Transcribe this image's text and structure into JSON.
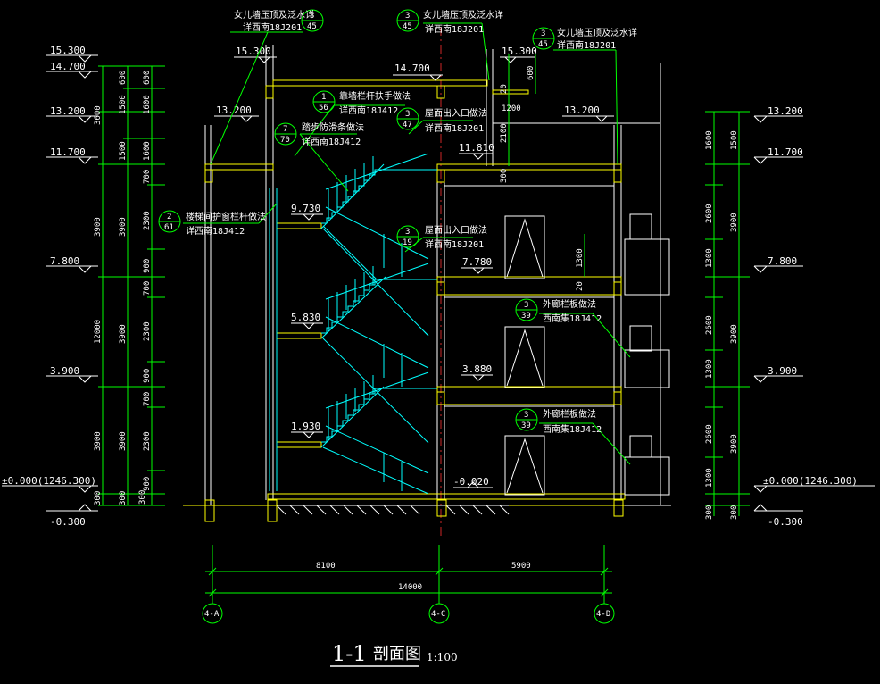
{
  "colors": {
    "background": "#000000",
    "text": "#ffffff",
    "dimension_line": "#00ff00",
    "slab": "#ffff00",
    "stair_rail": "#00ffff",
    "wall": "#ffffff",
    "grid_line": "#ff3030"
  },
  "title": {
    "name": "1-1",
    "subtitle": "剖面图",
    "scale": "1:100"
  },
  "levels_left": [
    "15.300",
    "14.700",
    "13.200",
    "11.700",
    "7.800",
    "3.900",
    "±0.000(1246.300)",
    "-0.300"
  ],
  "levels_right": [
    "13.200",
    "11.700",
    "7.800",
    "3.900",
    "±0.000(1246.300)",
    "-0.300"
  ],
  "levels_inner": [
    "15.300",
    "14.700",
    "15.300",
    "13.200",
    "13.200",
    "11.810",
    "9.730",
    "7.780",
    "5.830",
    "3.880",
    "1.930",
    "-0.020"
  ],
  "dims_left_outer": [
    "3600",
    "3900",
    "12000",
    "3900",
    "300"
  ],
  "dims_left_mid": [
    "600",
    "1500",
    "1500",
    "3900",
    "3900",
    "3900",
    "300"
  ],
  "dims_left_inner": [
    "600",
    "1600",
    "1600",
    "700",
    "2300",
    "900",
    "700",
    "2300",
    "900",
    "700",
    "2300",
    "300",
    "900"
  ],
  "dims_right_outer": [
    "1500",
    "3900",
    "3900",
    "3900",
    "300"
  ],
  "dims_right_inner": [
    "1600",
    "2600",
    "1300",
    "2600",
    "1300",
    "2600",
    "1300",
    "300"
  ],
  "dims_misc": [
    "600",
    "20",
    "1200",
    "2100",
    "300",
    "1300",
    "20"
  ],
  "axis_dims": {
    "segment_a": "8100",
    "segment_b": "5900",
    "total": "14000"
  },
  "axes": [
    "4-A",
    "4-C",
    "4-D"
  ],
  "callouts": [
    {
      "num": "3",
      "sheet": "45",
      "text1": "女儿墙压顶及泛水详",
      "text2": "详西南18J201"
    },
    {
      "num": "3",
      "sheet": "45",
      "text1": "女儿墙压顶及泛水详",
      "text2": "详西南18J201"
    },
    {
      "num": "3",
      "sheet": "45",
      "text1": "女儿墙压顶及泛水详",
      "text2": "详西南18J201"
    },
    {
      "num": "1",
      "sheet": "56",
      "text1": "靠墙栏杆扶手做法",
      "text2": "详西南18J412"
    },
    {
      "num": "3",
      "sheet": "47",
      "text1": "屋面出入口做法",
      "text2": "详西南18J201"
    },
    {
      "num": "7",
      "sheet": "70",
      "text1": "踏步防滑条做法",
      "text2": "详西南18J412"
    },
    {
      "num": "2",
      "sheet": "61",
      "text1": "楼梯间护窗栏杆做法",
      "text2": "详西南18J412"
    },
    {
      "num": "3",
      "sheet": "19",
      "text1": "屋面出入口做法",
      "text2": "详西南18J201"
    },
    {
      "num": "3",
      "sheet": "39",
      "text1": "外廊栏板做法",
      "text2": "西南集18J412"
    },
    {
      "num": "3",
      "sheet": "39",
      "text1": "外廊栏板做法",
      "text2": "西南集18J412"
    }
  ]
}
